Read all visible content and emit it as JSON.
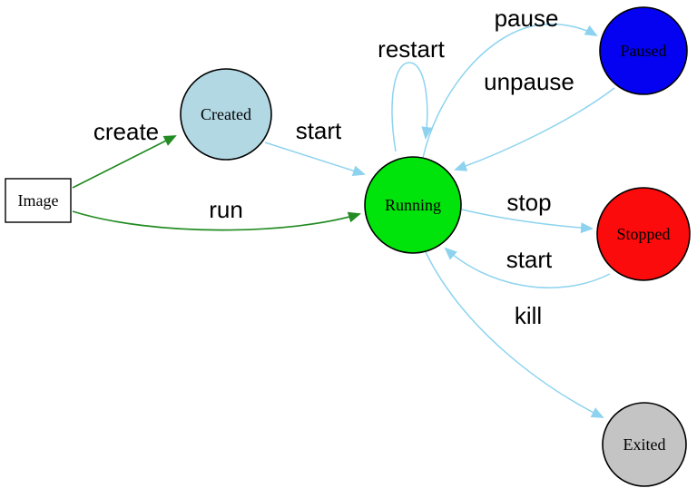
{
  "diagram": {
    "colors": {
      "background": "#ffffff",
      "edge_green": "#228b22",
      "edge_blue": "#8dd3ef",
      "node_border": "#000000",
      "image_box_border": "#2a2ad4"
    },
    "nodes": {
      "image": {
        "label": "Image",
        "fill": "#ffffff",
        "stroke": "#2a2ad4"
      },
      "created": {
        "label": "Created",
        "fill": "#b2d8e4",
        "stroke": "#000000"
      },
      "running": {
        "label": "Running",
        "fill": "#00e30b",
        "stroke": "#000000"
      },
      "paused": {
        "label": "Paused",
        "fill": "#0502f2",
        "stroke": "#000000"
      },
      "stopped": {
        "label": "Stopped",
        "fill": "#fb0b0b",
        "stroke": "#000000"
      },
      "exited": {
        "label": "Exited",
        "fill": "#c4c4c4",
        "stroke": "#000000"
      }
    },
    "edges": {
      "create": {
        "label": "create",
        "from": "Image",
        "to": "Created",
        "color": "#228b22"
      },
      "run": {
        "label": "run",
        "from": "Image",
        "to": "Running",
        "color": "#228b22"
      },
      "start_created": {
        "label": "start",
        "from": "Created",
        "to": "Running",
        "color": "#8dd3ef"
      },
      "restart": {
        "label": "restart",
        "from": "Running",
        "to": "Running",
        "color": "#8dd3ef"
      },
      "pause": {
        "label": "pause",
        "from": "Running",
        "to": "Paused",
        "color": "#8dd3ef"
      },
      "unpause": {
        "label": "unpause",
        "from": "Paused",
        "to": "Running",
        "color": "#8dd3ef"
      },
      "stop": {
        "label": "stop",
        "from": "Running",
        "to": "Stopped",
        "color": "#8dd3ef"
      },
      "start_stopped": {
        "label": "start",
        "from": "Stopped",
        "to": "Running",
        "color": "#8dd3ef"
      },
      "kill": {
        "label": "kill",
        "from": "Running",
        "to": "Exited",
        "color": "#8dd3ef"
      }
    }
  }
}
